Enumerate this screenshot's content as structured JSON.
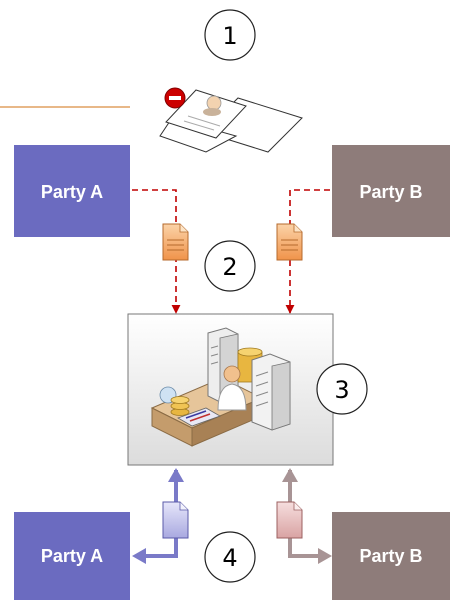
{
  "nodes": {
    "party_a_top": "Party A",
    "party_b_top": "Party B",
    "party_a_bottom": "Party A",
    "party_b_bottom": "Party B"
  },
  "steps": [
    "1",
    "2",
    "3",
    "4"
  ],
  "icons": {
    "rejected_documents": "rejected-documents-icon",
    "document_a_to_processor": "document-icon",
    "document_b_to_processor": "document-icon",
    "processor": "clearing-processor-icon",
    "document_return_a": "document-icon",
    "document_return_b": "document-icon"
  },
  "colors": {
    "party_a": "#6b6bc0",
    "party_b": "#8e7c7a",
    "submit_arrow": "#c00000",
    "return_arrow_a": "#7a7ac8",
    "return_arrow_b": "#a89495",
    "top_rule": "#e0a060"
  }
}
